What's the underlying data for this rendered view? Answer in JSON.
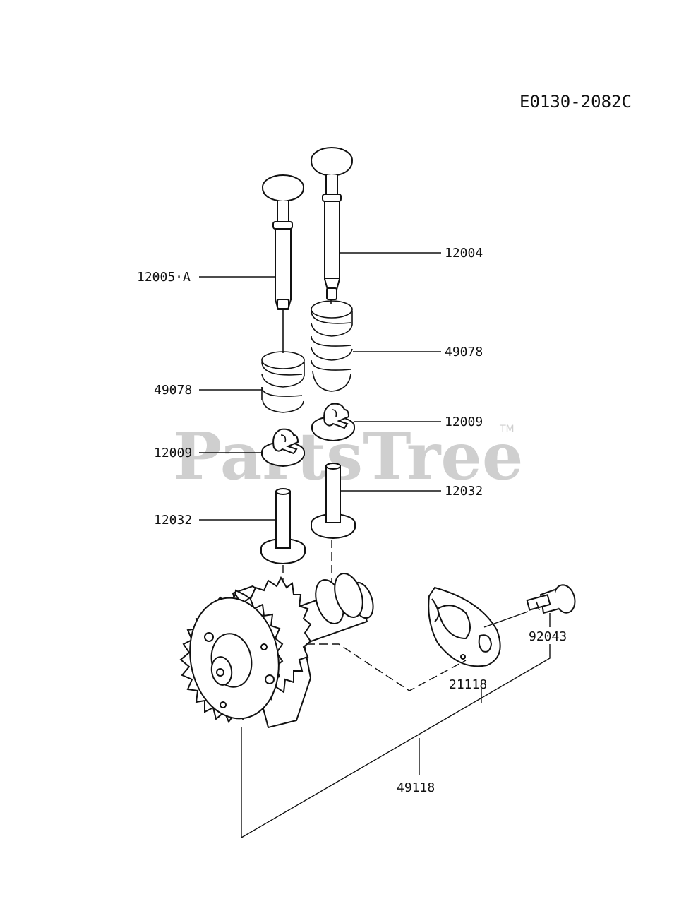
{
  "diagram": {
    "code": "E0130-2082C",
    "watermark": "PartsTree",
    "watermark_tm": "TM",
    "labels": {
      "valve_exhaust": "12005·A",
      "valve_intake": "12004",
      "spring_right": "49078",
      "spring_left": "49078",
      "retainer_right": "12009",
      "retainer_left": "12009",
      "lifter_right": "12032",
      "lifter_left": "12032",
      "bolt": "92043",
      "plate": "21118",
      "camshaft": "49118"
    }
  }
}
